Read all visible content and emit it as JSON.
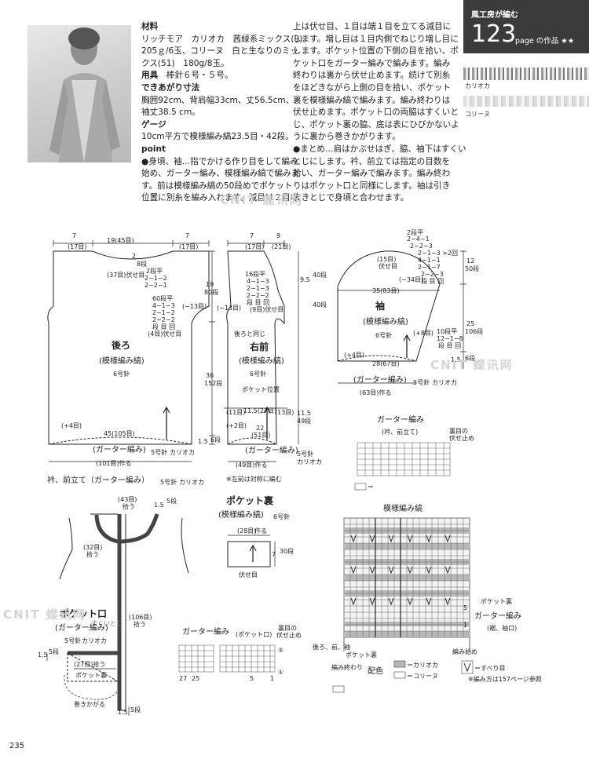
{
  "header": {
    "brand": "風工房が編む",
    "page_num": "123",
    "page_suffix": "page の作品 ★★",
    "yarn1": "カリオカ",
    "yarn2": "コリーヌ"
  },
  "left_col": [
    {
      "t": "材料",
      "b": true
    },
    {
      "t": "リッチモア　カリオカ　茜緑系ミックス(9)"
    },
    {
      "t": "205ｇ/6玉、コリーヌ　白と生なりのミッ"
    },
    {
      "t": "クス(51)　180g/8玉。"
    },
    {
      "t": "用具",
      "b": true,
      "after": "　棒針６号・５号。"
    },
    {
      "t": "できあがり寸法",
      "b": true
    },
    {
      "t": "胸囲92cm、背肩幅33cm、丈56.5cm、"
    },
    {
      "t": "袖丈38.5 cm。"
    },
    {
      "t": "ゲージ",
      "b": true
    },
    {
      "t": "10cm平方で模様編み縞23.5目・42段。"
    },
    {
      "t": "point",
      "b": true
    },
    {
      "t": "●身頃、袖…指でかける作り目をして編み"
    },
    {
      "t": "始め、ガーター編み、模様編み縞で編みま"
    },
    {
      "t": "す。前は模様編み縞の50段めでポケット"
    },
    {
      "t": "位置に別糸を編み入れます。減目は２目以"
    }
  ],
  "right_col": [
    "上は伏せ目、１目は端１目を立てる減目に",
    "します。増し目は１目内側でねじり増し目に",
    "します。ポケット位置の下側の目を拾い、ポ",
    "ケット口をガーター編みで編みます。編み",
    "終わりは裏から伏せ止めます。続けて別糸",
    "をほどきながら上側の目を拾い、ポケット",
    "裏を模様編み縞で編みます。編み終わりは",
    "伏せ止めます。ポケット口の両脇はすくいと",
    "じ、ポケット裏の脇、底は表にひびかないよ",
    "うに裏から巻きかがります。",
    "●まとめ…肩はかぶせはぎ、脇、袖下はすくい",
    "とじにします。衿、前立ては指定の目数を",
    "拾い、ガーター編みで編みます。編み終わ",
    "りはポケット口と同様にします。袖は引き",
    "抜きとじで身頃と合わせます。"
  ],
  "back": {
    "title": "後ろ",
    "pattern": "(模様編み縞)",
    "needle": "6号針",
    "top_dims": [
      "7",
      "19(45目)",
      "7"
    ],
    "top_sub": [
      "(17目)",
      "(17目)"
    ],
    "neck_a": "2",
    "neck_b": "8段",
    "neck_bind": "(37目)伏せ目",
    "neck_dec": [
      "2段平",
      "2−1−2",
      "2−2−1"
    ],
    "arm_dec": [
      "60段平",
      "4−1−3",
      "2−1−2",
      "2−2−2",
      "段 目 回",
      "(4目)伏せ目"
    ],
    "arm_side": "(−13目)",
    "right_dims": [
      "19",
      "80段",
      "36",
      "152段",
      "1.5",
      "6段"
    ],
    "inc": "(+4目)",
    "bottom": "45(105目)",
    "garter": "(ガーター編み)",
    "garter_needle": "5号針",
    "garter_yarn": "カリオカ",
    "cast": "(101目)作る"
  },
  "front": {
    "title": "右前",
    "pattern": "(模様編み縞)",
    "needle": "6号針",
    "top_dims": [
      "7",
      "9"
    ],
    "top_sub": [
      "(17目)",
      "(21目)"
    ],
    "neck_dec": [
      "16段平",
      "4−1−3",
      "2−1−3",
      "2−2−2",
      "段 目 回",
      "(9目)伏せ目"
    ],
    "arm_side": "(−13目)",
    "side_dims": [
      "9.5",
      "40段",
      "40段"
    ],
    "pocket_note": "後ろと同じ",
    "pocket_pos": "ポケット位置",
    "pocket_w": "11.5(27目)",
    "pocket_l": "(11目)",
    "pocket_r": "(13目)",
    "inc": "(+2目)",
    "bottom": "22",
    "bottom_sub": "(51目)",
    "right_dims": [
      "11.5",
      "49段"
    ],
    "garter": "(ガーター編み)",
    "garter_needle": "5号針",
    "garter_yarn": "カリオカ",
    "cast": "(49目)作る",
    "note": "※左前は対称に編む"
  },
  "sleeve": {
    "title": "袖",
    "pattern": "(模様編み縞)",
    "needle": "6号針",
    "cap_dec": [
      "2段平",
      "2−4−1",
      "2−2−3",
      "2−1−3 >2回",
      "4−1−1",
      "2−1−7",
      "2−2−3",
      "段 目 回"
    ],
    "bind": "(15目)",
    "bind2": "伏せ目",
    "side": "(−34目)",
    "width": "35(83目)",
    "inc": "(+8目)",
    "inc_rule": [
      "10段平",
      "12−1−8",
      "段 目 回"
    ],
    "inc2": "(+4目)",
    "bottom": "28(67目)",
    "right_dims": [
      "12",
      "50段",
      "25",
      "106段",
      "1.5",
      "6段"
    ],
    "garter": "(ガーター編み)",
    "garter_needle": "5号針",
    "garter_yarn": "カリオカ",
    "cast": "(63目)作る"
  },
  "collar": {
    "title": "衿、前立て（ガーター編み）",
    "needle": "5号針",
    "yarn": "カリオカ",
    "pick1": "(43目)",
    "pick1b": "拾う",
    "pick2": "(32目)",
    "pick2b": "拾う",
    "pick3": "(106目)",
    "pick3b": "拾う",
    "pick4": "(27目)拾う",
    "d1": "1.5",
    "d1b": "5段",
    "d2": "1.5",
    "d2b": "5段",
    "d3": "1.5",
    "d3b": "5段",
    "scoop": "すくいとじ"
  },
  "pocket_mouth": {
    "title": "ポケット口",
    "sub": "(ガーター編み)",
    "needle": "5号針",
    "yarn": "カリオカ",
    "back_label": "ポケット裏",
    "whip": "巻きかがる"
  },
  "pocket_back": {
    "title": "ポケット裏",
    "sub": "(模様編み縞)",
    "needle": "6号針",
    "w": "(28目)",
    "w2": "作る",
    "h": "7",
    "h2": "30段",
    "bind": "伏せ目"
  },
  "garter_chart1": {
    "title": "ガーター編み",
    "sub": "(衿、前立て)",
    "note1": "裏目の",
    "note2": "伏せ止め",
    "legend": "＝"
  },
  "garter_chart2": {
    "title": "ガーター編み",
    "sub": "(ポケット口)",
    "note1": "裏目の",
    "note2": "伏せ止め",
    "r5": "⑤",
    "r1": "①",
    "cols": [
      "27",
      "25",
      "5",
      "1"
    ]
  },
  "stripe_chart": {
    "title": "模様編み縞",
    "pocket_back": "ポケット裏",
    "garter": "ガーター編み",
    "garter_sub": "(裾、袖口)",
    "start": "編み始め",
    "labels": "後ろ、前、袖",
    "pocket_back2": "ポケット裏",
    "end": "編み終わり",
    "rows": [
      "5",
      "1"
    ],
    "color_title": "配色",
    "c1": "＝カリオカ",
    "c2": "＝コリーヌ",
    "slip": "＝すべり目",
    "ref": "※編み方は157ページ参照"
  },
  "watermark": "CNIT 蝶讯网",
  "page_number": "235",
  "colors": {
    "header_bg": "#3b3b3b",
    "chart_gray": "#b8b8b8"
  }
}
